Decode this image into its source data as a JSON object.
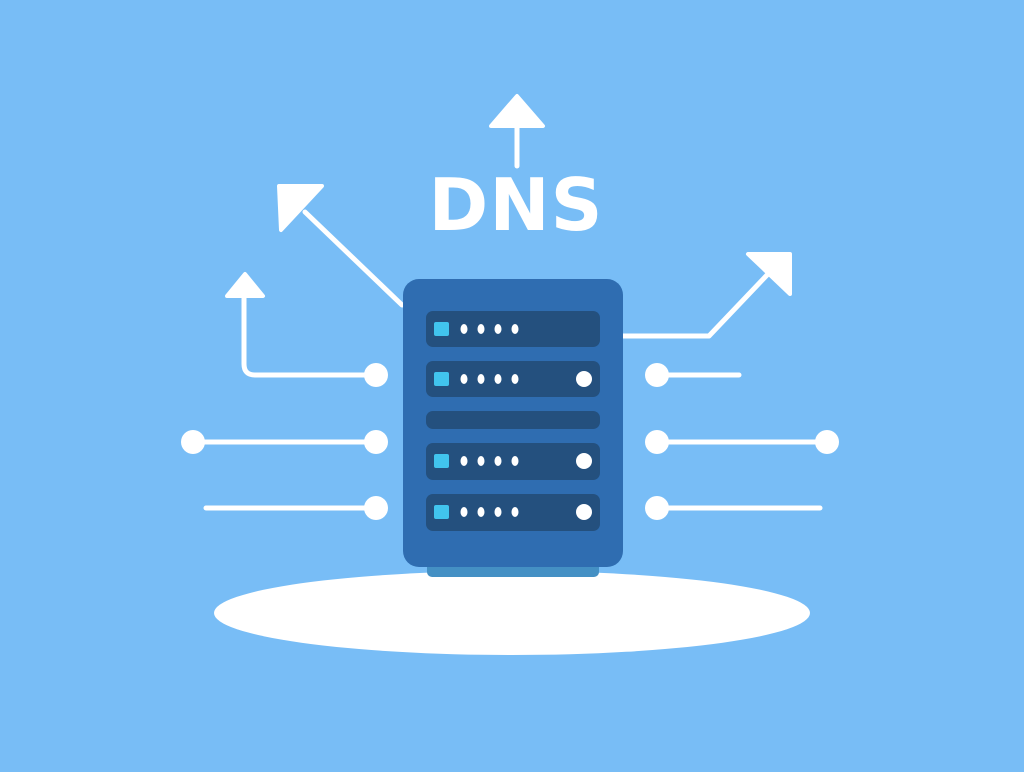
{
  "title": "DNS",
  "colors": {
    "background": "#78bdf6",
    "server_body": "#2f6db1",
    "server_base": "#4490c4",
    "slot": "#24507e",
    "indicator": "#41c4ee",
    "white": "#ffffff"
  },
  "server": {
    "slots": [
      {
        "indicator": true,
        "dots": 4,
        "status_light": false
      },
      {
        "indicator": true,
        "dots": 4,
        "status_light": true
      },
      {
        "indicator": false,
        "dots": 0,
        "status_light": false
      },
      {
        "indicator": true,
        "dots": 4,
        "status_light": true
      },
      {
        "indicator": true,
        "dots": 4,
        "status_light": true
      }
    ]
  }
}
